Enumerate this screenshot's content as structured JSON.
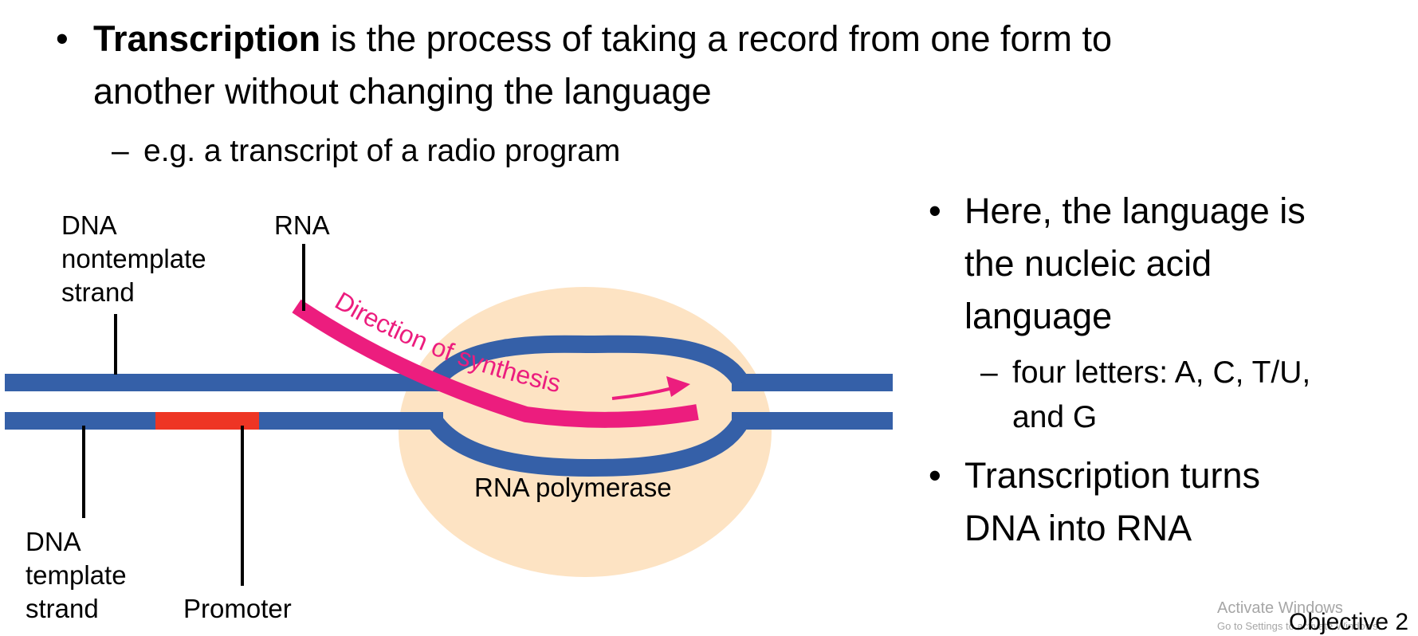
{
  "slide": {
    "bullet1": {
      "bold_term": "Transcription",
      "rest_line1": " is the process of taking a record from one form to",
      "line2": "another without changing the language",
      "sub": "e.g. a transcript of a radio program"
    },
    "right": {
      "bullet2_lines": [
        "Here, the language is",
        "the nucleic acid",
        "language"
      ],
      "sub_lines": [
        "four letters: A, C, T/U,",
        "and G"
      ],
      "bullet3_lines": [
        "Transcription turns",
        "DNA into RNA"
      ]
    },
    "bullet_glyph": "•",
    "dash_glyph": "–"
  },
  "diagram": {
    "labels": {
      "dna_nontemplate": [
        "DNA",
        "nontemplate",
        "strand"
      ],
      "rna": "RNA",
      "direction": "Direction of synthesis",
      "polymerase": "RNA polymerase",
      "dna_template": [
        "DNA",
        "template",
        "strand"
      ],
      "promoter": "Promoter"
    },
    "colors": {
      "dna": "#3560a8",
      "rna": "#ec1d7e",
      "promoter": "#ee3524",
      "polymerase": "#fde3c3"
    }
  },
  "footer": {
    "activate_title": "Activate Windows",
    "activate_sub": "Go to Settings to activate Windows.",
    "objective": "Objective 2"
  }
}
